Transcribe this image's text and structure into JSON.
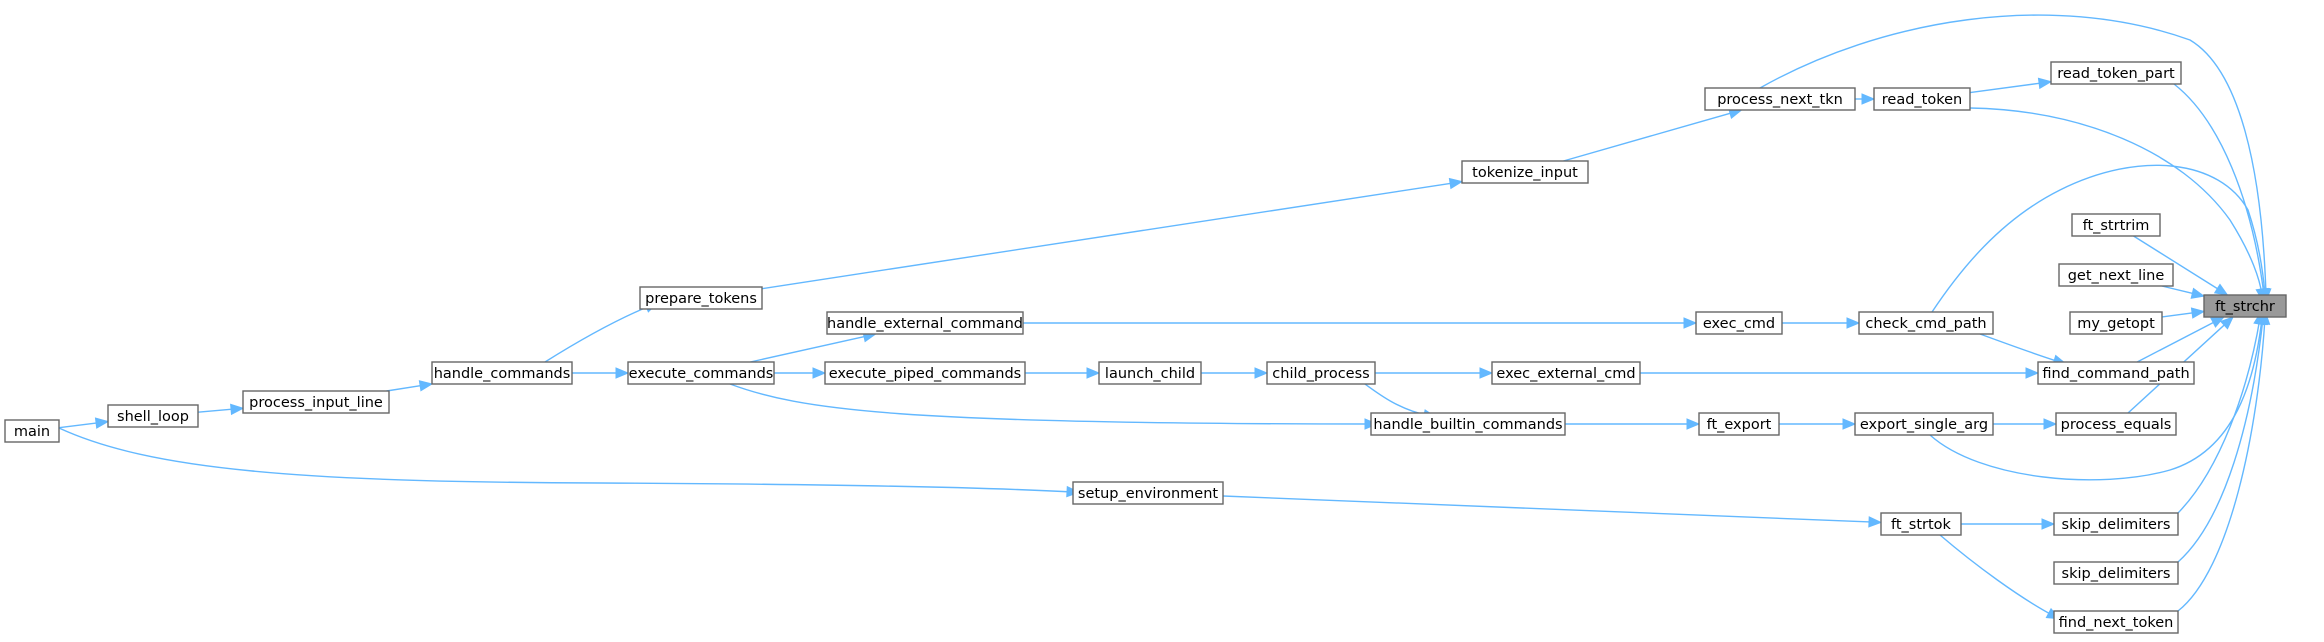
{
  "diagram": {
    "type": "call-graph",
    "direction": "right-to-left",
    "colors": {
      "edge": "#63b8ff",
      "node_border": "#666666",
      "root_fill": "#999999",
      "node_fill": "#ffffff"
    },
    "nodes": [
      {
        "id": "ft_strchr",
        "label": "ft_strchr",
        "root": true
      },
      {
        "id": "read_token_part",
        "label": "read_token_part"
      },
      {
        "id": "read_token",
        "label": "read_token"
      },
      {
        "id": "process_next_tkn",
        "label": "process_next_tkn"
      },
      {
        "id": "tokenize_input",
        "label": "tokenize_input"
      },
      {
        "id": "prepare_tokens",
        "label": "prepare_tokens"
      },
      {
        "id": "ft_strtrim",
        "label": "ft_strtrim"
      },
      {
        "id": "get_next_line",
        "label": "get_next_line"
      },
      {
        "id": "my_getopt",
        "label": "my_getopt"
      },
      {
        "id": "check_cmd_path",
        "label": "check_cmd_path"
      },
      {
        "id": "exec_cmd",
        "label": "exec_cmd"
      },
      {
        "id": "handle_external_command",
        "label": "handle_external_command"
      },
      {
        "id": "find_command_path",
        "label": "find_command_path"
      },
      {
        "id": "exec_external_cmd",
        "label": "exec_external_cmd"
      },
      {
        "id": "child_process",
        "label": "child_process"
      },
      {
        "id": "launch_child",
        "label": "launch_child"
      },
      {
        "id": "execute_piped_commands",
        "label": "execute_piped_commands"
      },
      {
        "id": "execute_commands",
        "label": "execute_commands"
      },
      {
        "id": "handle_commands",
        "label": "handle_commands"
      },
      {
        "id": "process_input_line",
        "label": "process_input_line"
      },
      {
        "id": "shell_loop",
        "label": "shell_loop"
      },
      {
        "id": "main",
        "label": "main"
      },
      {
        "id": "process_equals",
        "label": "process_equals"
      },
      {
        "id": "export_single_arg",
        "label": "export_single_arg"
      },
      {
        "id": "ft_export",
        "label": "ft_export"
      },
      {
        "id": "handle_builtin_commands",
        "label": "handle_builtin_commands"
      },
      {
        "id": "skip_delimiters_1",
        "label": "skip_delimiters"
      },
      {
        "id": "ft_strtok",
        "label": "ft_strtok"
      },
      {
        "id": "setup_environment",
        "label": "setup_environment"
      },
      {
        "id": "skip_delimiters_2",
        "label": "skip_delimiters"
      },
      {
        "id": "find_next_token",
        "label": "find_next_token"
      }
    ],
    "edges": [
      {
        "from": "read_token_part",
        "to": "ft_strchr"
      },
      {
        "from": "read_token",
        "to": "ft_strchr"
      },
      {
        "from": "process_next_tkn",
        "to": "ft_strchr"
      },
      {
        "from": "ft_strtrim",
        "to": "ft_strchr"
      },
      {
        "from": "get_next_line",
        "to": "ft_strchr"
      },
      {
        "from": "my_getopt",
        "to": "ft_strchr"
      },
      {
        "from": "check_cmd_path",
        "to": "ft_strchr"
      },
      {
        "from": "find_command_path",
        "to": "ft_strchr"
      },
      {
        "from": "process_equals",
        "to": "ft_strchr"
      },
      {
        "from": "export_single_arg",
        "to": "ft_strchr"
      },
      {
        "from": "skip_delimiters_1",
        "to": "ft_strchr"
      },
      {
        "from": "skip_delimiters_2",
        "to": "ft_strchr"
      },
      {
        "from": "find_next_token",
        "to": "ft_strchr"
      },
      {
        "from": "read_token",
        "to": "read_token_part"
      },
      {
        "from": "process_next_tkn",
        "to": "read_token"
      },
      {
        "from": "tokenize_input",
        "to": "process_next_tkn"
      },
      {
        "from": "prepare_tokens",
        "to": "tokenize_input"
      },
      {
        "from": "handle_commands",
        "to": "prepare_tokens"
      },
      {
        "from": "exec_cmd",
        "to": "check_cmd_path"
      },
      {
        "from": "handle_external_command",
        "to": "exec_cmd"
      },
      {
        "from": "execute_commands",
        "to": "handle_external_command"
      },
      {
        "from": "check_cmd_path",
        "to": "find_command_path"
      },
      {
        "from": "exec_external_cmd",
        "to": "find_command_path"
      },
      {
        "from": "child_process",
        "to": "exec_external_cmd"
      },
      {
        "from": "launch_child",
        "to": "child_process"
      },
      {
        "from": "execute_piped_commands",
        "to": "launch_child"
      },
      {
        "from": "execute_commands",
        "to": "execute_piped_commands"
      },
      {
        "from": "handle_commands",
        "to": "execute_commands"
      },
      {
        "from": "process_input_line",
        "to": "handle_commands"
      },
      {
        "from": "shell_loop",
        "to": "process_input_line"
      },
      {
        "from": "main",
        "to": "shell_loop"
      },
      {
        "from": "export_single_arg",
        "to": "process_equals"
      },
      {
        "from": "ft_export",
        "to": "export_single_arg"
      },
      {
        "from": "handle_builtin_commands",
        "to": "ft_export"
      },
      {
        "from": "child_process",
        "to": "handle_builtin_commands"
      },
      {
        "from": "execute_commands",
        "to": "handle_builtin_commands"
      },
      {
        "from": "ft_strtok",
        "to": "skip_delimiters_1"
      },
      {
        "from": "setup_environment",
        "to": "ft_strtok"
      },
      {
        "from": "main",
        "to": "setup_environment"
      },
      {
        "from": "ft_strtok",
        "to": "find_next_token"
      }
    ]
  }
}
